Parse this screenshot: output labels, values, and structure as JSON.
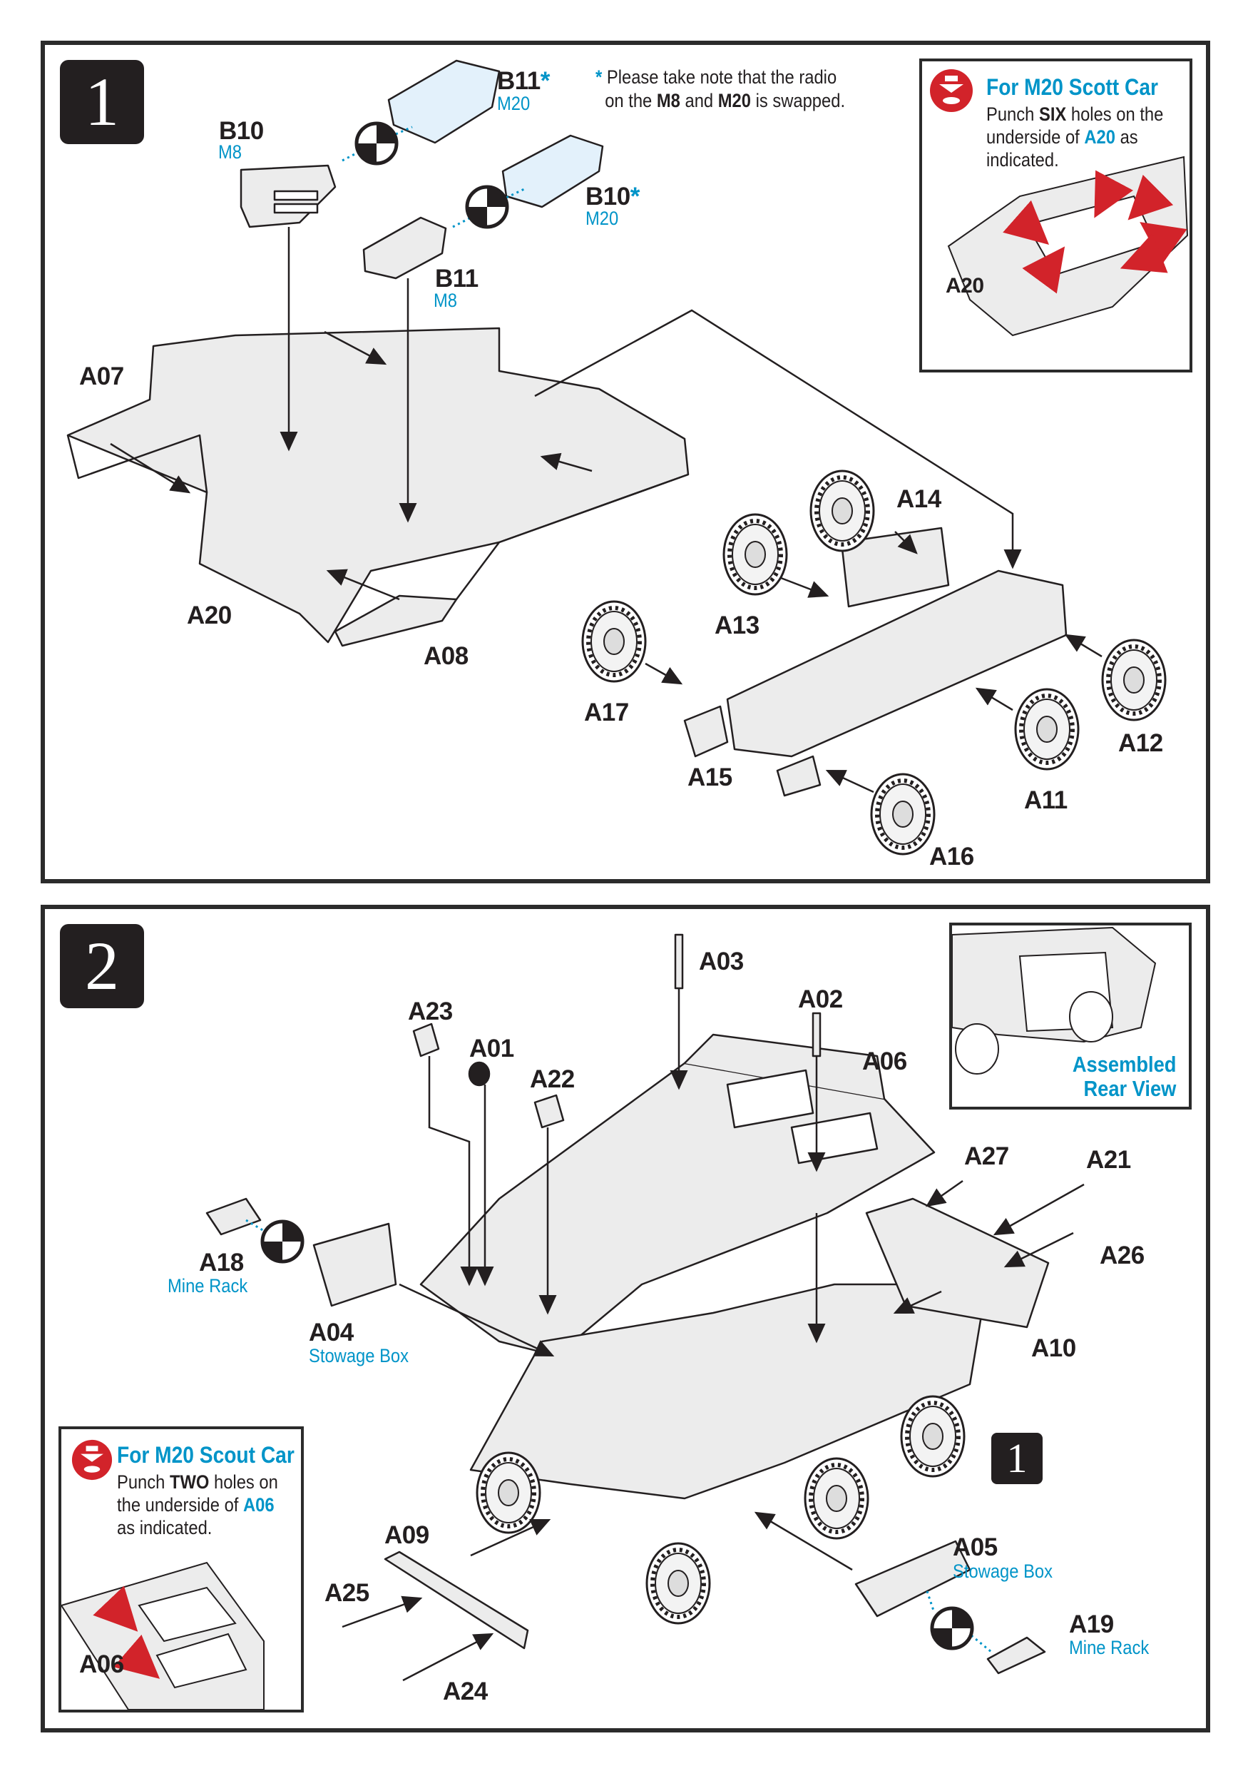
{
  "colors": {
    "accent": "#0094c8",
    "punch": "#d2232a",
    "ink": "#231f20"
  },
  "step1": {
    "number": "1",
    "note": {
      "line1": "Please take note that the radio",
      "line2_pre": "on the ",
      "m8": "M8",
      "and": " and ",
      "m20": "M20",
      "line2_post": " is swapped.",
      "star": "*"
    },
    "labels": {
      "B10": "B10",
      "B10_sub": "M8",
      "B11star": "B11",
      "B11star_sub": "M20",
      "B10star": "B10",
      "B10star_sub": "M20",
      "B11": "B11",
      "B11_sub": "M8",
      "star": "*",
      "A07": "A07",
      "A20": "A20",
      "A08": "A08",
      "A14": "A14",
      "A13": "A13",
      "A17": "A17",
      "A15": "A15",
      "A12": "A12",
      "A11": "A11",
      "A16": "A16"
    },
    "inset": {
      "icon": "punch-hole-icon",
      "title": "For M20 Scott Car",
      "l1_pre": "Punch ",
      "l1_bold": "SIX",
      "l1_post": " holes on the",
      "l2_pre": "underside of ",
      "l2_part": "A20",
      "l2_post": " as",
      "l3": "indicated.",
      "part_label": "A20"
    }
  },
  "step2": {
    "number": "2",
    "labels": {
      "A03": "A03",
      "A23": "A23",
      "A02": "A02",
      "A01": "A01",
      "A06": "A06",
      "A22": "A22",
      "A27": "A27",
      "A21": "A21",
      "A26": "A26",
      "A18": "A18",
      "A18_sub": "Mine Rack",
      "A04": "A04",
      "A04_sub": "Stowage Box",
      "A10": "A10",
      "A09": "A09",
      "A05": "A05",
      "A05_sub": "Stowage Box",
      "A25": "A25",
      "A19": "A19",
      "A19_sub": "Mine Rack",
      "A24": "A24",
      "step_ref": "1"
    },
    "assembled": {
      "line1": "Assembled",
      "line2": "Rear View"
    },
    "inset": {
      "icon": "punch-hole-icon",
      "title": "For M20 Scout Car",
      "l1_pre": "Punch ",
      "l1_bold": "TWO",
      "l1_post": " holes on",
      "l2_pre": "the underside of ",
      "l2_part": "A06",
      "l3": "as indicated.",
      "part_label": "A06"
    }
  }
}
